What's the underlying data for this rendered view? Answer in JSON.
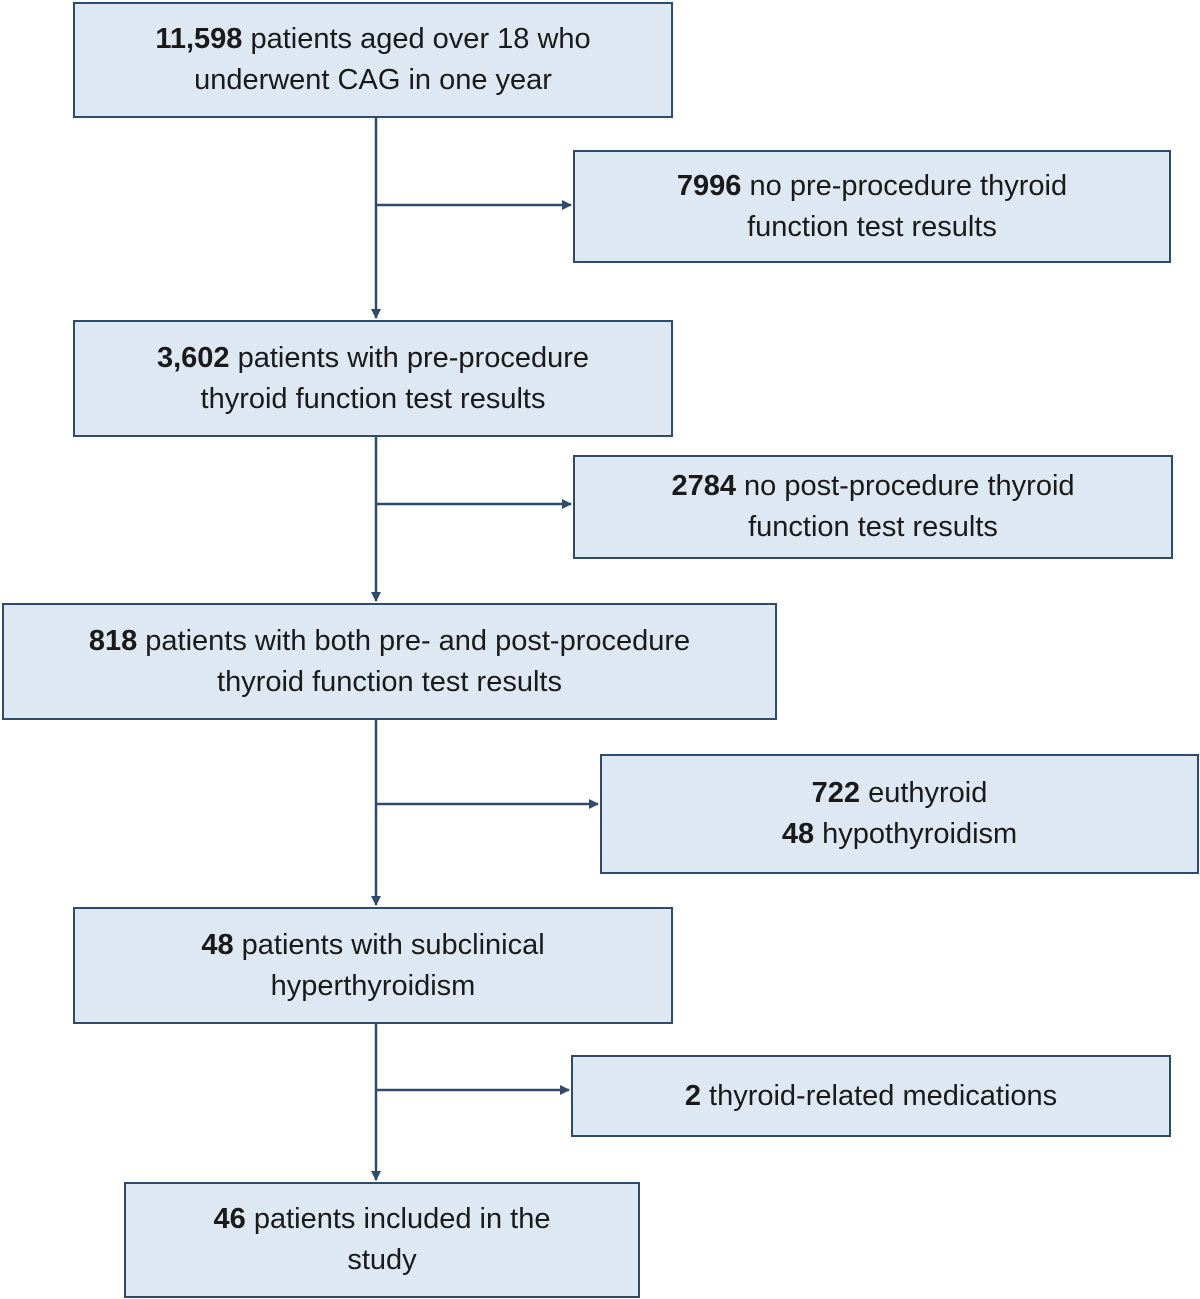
{
  "flowchart": {
    "colors": {
      "box_fill": "#dde8f3",
      "box_border": "#2f4b6b",
      "arrow": "#2f4b6b"
    },
    "main": [
      {
        "num": "11,598",
        "line1": "patients aged over 18 who",
        "line2": "underwent CAG in one year"
      },
      {
        "num": "3,602",
        "line1": "patients with pre-procedure",
        "line2": "thyroid function test results"
      },
      {
        "num": "818",
        "line1": "patients with both pre- and post-procedure",
        "line2": "thyroid function test results"
      },
      {
        "num": "48",
        "line1": "patients with subclinical",
        "line2": "hyperthyroidism"
      },
      {
        "num": "46",
        "line1": "patients included in the",
        "line2": "study"
      }
    ],
    "exclusions": [
      {
        "num": "7996",
        "line1": "no pre-procedure thyroid",
        "line2": "function test results"
      },
      {
        "num": "2784",
        "line1": "no post-procedure thyroid",
        "line2": "function test results"
      },
      {
        "num1": "722",
        "line1": "euthyroid",
        "num2": "48",
        "line2": "hypothyroidism"
      },
      {
        "num": "2",
        "line1": "thyroid-related medications"
      }
    ]
  }
}
